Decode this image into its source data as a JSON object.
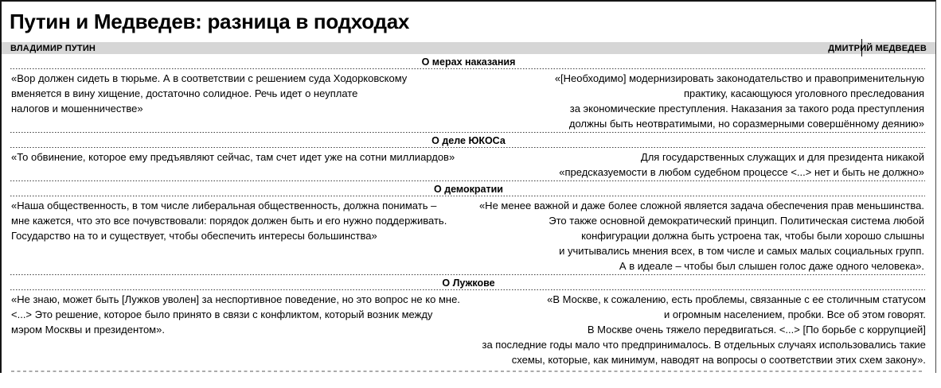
{
  "title": "Путин и Медведев: разница в подходах",
  "names_bar": {
    "left": "ВЛАДИМИР ПУТИН",
    "right": "ДМИТРИЙ МЕДВЕДЕВ"
  },
  "colors": {
    "bar_bg": "#d6d6d6",
    "dot_color": "#3d3d3d",
    "bottom_dash": "#ababab",
    "ink": "#000000"
  },
  "sections": [
    {
      "topic": "О мерах наказания",
      "putin": "«Вор должен сидеть в тюрьме. А в соответствии с решением суда Ходорковскому\nвменяется в вину хищение, достаточно солидное. Речь идет о неуплате\nналогов и мошенничестве»",
      "medvedev": "«[Необходимо] модернизировать законодательство и правоприменительную\nпрактику, касающуюся уголовного преследования\nза экономические преступления. Наказания за такого рода преступления\nдолжны быть неотвратимыми, но соразмерными совершённому деянию»"
    },
    {
      "topic": "О деле ЮКОСа",
      "putin": "«То обвинение, которое ему предъявляют сейчас, там счет идет уже на сотни миллиардов»",
      "medvedev": "Для государственных служащих и для президента никакой\n«предсказуемости в любом судебном процессе <...> нет и быть не должно»"
    },
    {
      "topic": "О демократии",
      "putin": "«Наша общественность, в том числе либеральная общественность, должна понимать –\nмне кажется, что это все почувствовали: порядок должен быть и его нужно поддерживать.\nГосударство на то и существует, чтобы обеспечить интересы большинства»",
      "medvedev": "«Не менее важной и даже более сложной является задача обеспечения прав меньшинства.\nЭто также основной демократический принцип. Политическая система любой\nконфигурации должна быть устроена так, чтобы были хорошо слышны\nи учитывались мнения всех, в том числе и самых малых социальных групп.\nА в идеале – чтобы был слышен голос даже одного человека»."
    },
    {
      "topic": "О Лужкове",
      "putin": "«Не знаю, может быть [Лужков уволен] за неспортивное поведение, но это вопрос не ко мне.\n<...> Это решение, которое было принято в связи с конфликтом, который возник между\nмэром Москвы и президентом».",
      "medvedev": "«В Москве, к сожалению, есть проблемы, связанные с ее столичным статусом\nи огромным населением, пробки. Все об этом говорят.\nВ Москве очень тяжело передвигаться. <...> [По борьбе с коррупцией]\nза последние годы мало что предпринималось. В отдельных случаях использовались такие\nсхемы, которые, как минимум, наводят на вопросы о соответствии этих схем закону»."
    }
  ]
}
